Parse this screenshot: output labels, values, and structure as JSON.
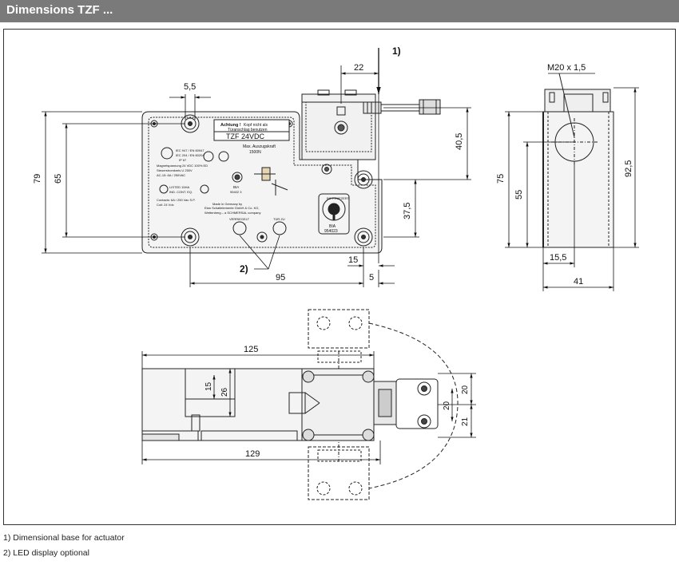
{
  "header": {
    "title": "Dimensions TZF ..."
  },
  "footnotes": [
    "1) Dimensional base for actuator",
    "2) LED display optional"
  ],
  "callouts": {
    "c1": "1)",
    "c2": "2)"
  },
  "dims": {
    "d5_5": "5,5",
    "d79": "79",
    "d65": "65",
    "d22": "22",
    "d40_5": "40,5",
    "d37_5": "37,5",
    "d15a": "15",
    "d95": "95",
    "d5": "5",
    "m20": "M20  x  1,5",
    "d75": "75",
    "d55": "55",
    "d92_5": "92,5",
    "d15_5": "15,5",
    "d41": "41",
    "d125": "125",
    "d15b": "15",
    "d26": "26",
    "d129": "129",
    "d20a": "20",
    "d20b": "20",
    "d21": "21"
  },
  "label": {
    "warn1": "Achtung !",
    "warn2": "Kopf nicht als",
    "warn3": "Türanschlag benutzen",
    "model": "TZF 24VDC",
    "force1": "Max. Auszugskraft",
    "force2": "1500N",
    "std1": "IEC 947 / EN 60947",
    "std2": "IEC 204 / EN 60204",
    "std3": "IP 67",
    "spec1": "Magnetspannung 24 VDC 100% ED",
    "spec2": "Steuerstromkreis U 250V",
    "spec3": "AC-15: 6A / 250VAC",
    "listed1": "LISTED 15HA",
    "listed2": "IND. CONT. EQ.",
    "contacts1": "Contacts: 6A / 250 Vac S.P.",
    "contacts2": "Coil: 24 Vdc",
    "bia1": "BIA",
    "bia2": "95402 3",
    "made1": "Made in Germany by",
    "made2": "Elan Schaltelemente GmbH & Co. KG,",
    "made3": "Wettenberg – a SCHMERSAL company",
    "led1": "VERRIEGELT",
    "led2": "TÜR ZU",
    "badge1": "BIA",
    "badge2": "954023",
    "arc": "BG PRÜFZERT"
  }
}
